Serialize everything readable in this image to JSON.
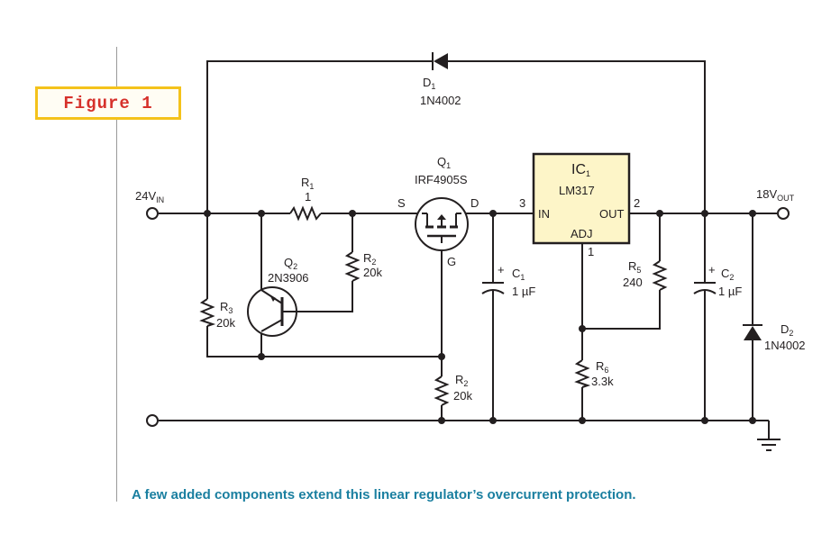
{
  "figure": {
    "badge": "Figure 1",
    "caption": "A few added components extend this linear regulator’s overcurrent protection.",
    "colors": {
      "badge_border": "#f4c21b",
      "badge_text": "#d6312b",
      "caption": "#1a7fa0",
      "ic_fill": "#fdf5c8",
      "ink": "#231f20"
    }
  },
  "components": {
    "d1": {
      "ref": "D",
      "sub": "1",
      "value": "1N4002"
    },
    "d2": {
      "ref": "D",
      "sub": "2",
      "value": "1N4002"
    },
    "r1": {
      "ref": "R",
      "sub": "1",
      "value": "1"
    },
    "r2a": {
      "ref": "R",
      "sub": "2",
      "value": "20k"
    },
    "r2b": {
      "ref": "R",
      "sub": "2",
      "value": "20k"
    },
    "r3": {
      "ref": "R",
      "sub": "3",
      "value": "20k"
    },
    "r5": {
      "ref": "R",
      "sub": "5",
      "value": "240"
    },
    "r6": {
      "ref": "R",
      "sub": "6",
      "value": "3.3k"
    },
    "q1": {
      "ref": "Q",
      "sub": "1",
      "value": "IRF4905S",
      "pin_s": "S",
      "pin_d": "D",
      "pin_g": "G"
    },
    "q2": {
      "ref": "Q",
      "sub": "2",
      "value": "2N3906"
    },
    "c1": {
      "ref": "C",
      "sub": "1",
      "value": "1 µF",
      "polarity": "+"
    },
    "c2": {
      "ref": "C",
      "sub": "2",
      "value": "1 µF",
      "polarity": "+"
    },
    "ic1": {
      "ref": "IC",
      "sub": "1",
      "value": "LM317",
      "pin_in": "IN",
      "pin_out": "OUT",
      "pin_adj": "ADJ",
      "pin_in_num": "3",
      "pin_out_num": "2",
      "pin_adj_num": "1"
    }
  },
  "terminals": {
    "input": {
      "main": "24V",
      "sub": "IN"
    },
    "output": {
      "main": "18V",
      "sub": "OUT"
    }
  }
}
